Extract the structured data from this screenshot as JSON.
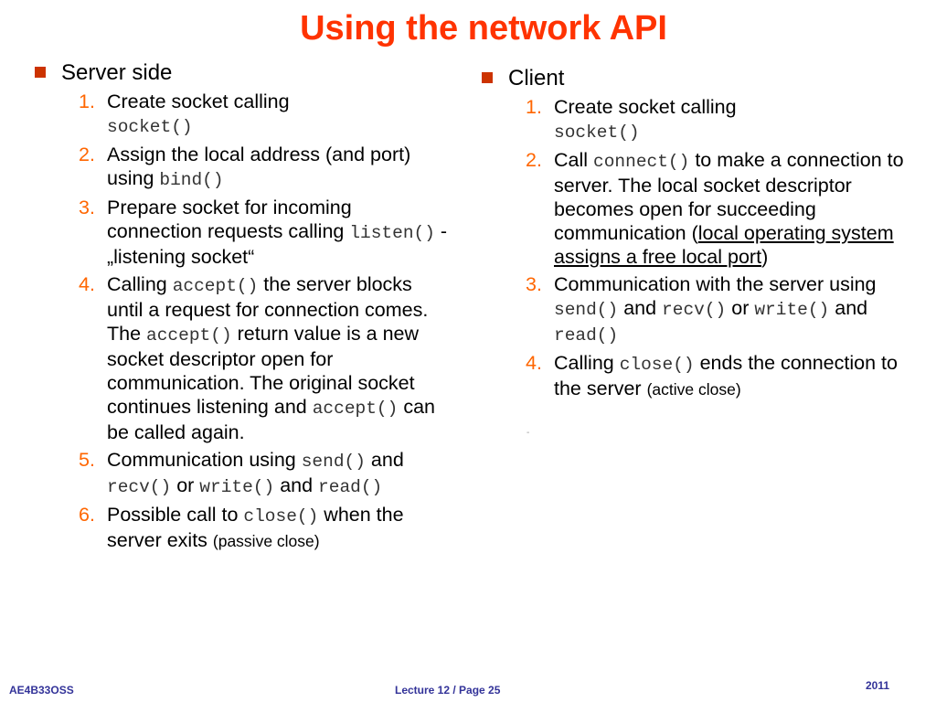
{
  "title": "Using the network API",
  "server": {
    "heading": "Server side",
    "steps": [
      {
        "num": "1.",
        "t1": "Create socket calling ",
        "c1": "socket()"
      },
      {
        "num": "2.",
        "t1": "Assign the local address (and port) using ",
        "c1": "bind()"
      },
      {
        "num": "3.",
        "t1": "Prepare socket for incoming connection requests calling ",
        "c1": "listen()",
        "t2": " - „listening socket“"
      },
      {
        "num": "4.",
        "t1": "Calling ",
        "c1": "accept()",
        "t2": " the server blocks until a request for connection comes. The ",
        "c2": "accept()",
        "t3": " return value is a new socket descriptor open for communication. The original socket continues listening and ",
        "c3": "accept()",
        "t4": " can be called again."
      },
      {
        "num": "5.",
        "t1": "Communication using ",
        "c1": "send()",
        "t2": " and ",
        "c2": "recv()",
        "t3": " or ",
        "c3": "write()",
        "t4": " and ",
        "c4": "read()"
      },
      {
        "num": "6.",
        "t1": "Possible call to ",
        "c1": "close()",
        "t2": " when the server exits ",
        "s1": "(passive close)"
      }
    ]
  },
  "client": {
    "heading": "Client",
    "steps": [
      {
        "num": "1.",
        "t1": "Create socket calling ",
        "c1": "socket()"
      },
      {
        "num": "2.",
        "t1": "Call ",
        "c1": "connect()",
        "t2": " to make a connection to server.  The local socket descriptor becomes open for succeeding communication (",
        "u1": "local operating system assigns a free local port",
        "t3": ")"
      },
      {
        "num": "3.",
        "t1": "Communication with the server using ",
        "c1": "send()",
        "t2": " and ",
        "c2": "recv()",
        "t3": " or ",
        "c3": "write()",
        "t4": " and ",
        "c4": "read()"
      },
      {
        "num": "4.",
        "t1": "Calling ",
        "c1": "close()",
        "t2": " ends the connection to the server ",
        "s1": "(active close)"
      }
    ]
  },
  "stray_mark": "-",
  "footer": {
    "left": "AE4B33OSS",
    "center": "Lecture 12 / Page 25",
    "right": "2011"
  }
}
